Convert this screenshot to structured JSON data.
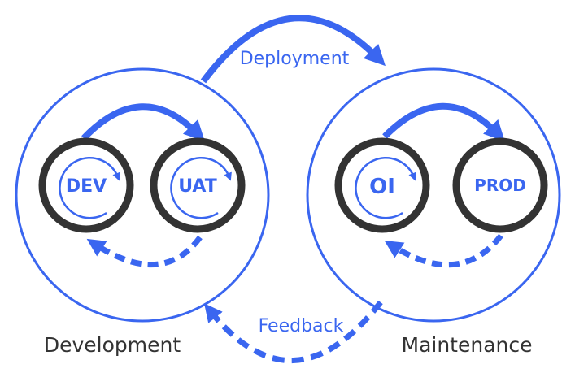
{
  "colors": {
    "accent": "#3a66f0",
    "node_ring": "#333333",
    "text_dark": "#333333",
    "background": "#ffffff"
  },
  "groups": {
    "development": {
      "label": "Development"
    },
    "maintenance": {
      "label": "Maintenance"
    }
  },
  "nodes": {
    "dev": {
      "label": "DEV"
    },
    "uat": {
      "label": "UAT"
    },
    "oi": {
      "label": "OI"
    },
    "prod": {
      "label": "PROD"
    }
  },
  "flows": {
    "deployment": {
      "label": "Deployment"
    },
    "feedback": {
      "label": "Feedback"
    }
  }
}
